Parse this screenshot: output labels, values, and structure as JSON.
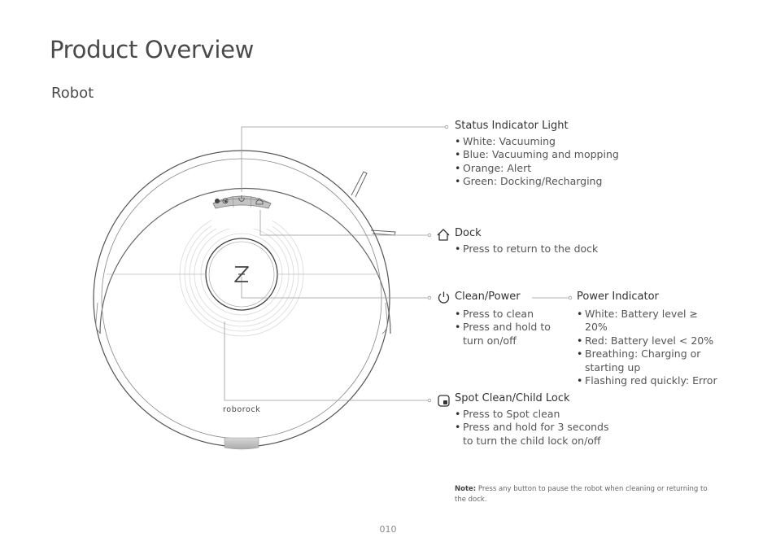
{
  "page": {
    "title": "Product Overview",
    "subtitle": "Robot",
    "page_number": "010"
  },
  "robot": {
    "brand_text": "roborock",
    "logo": "Z"
  },
  "callouts": {
    "status": {
      "title": "Status Indicator Light",
      "items": [
        "White: Vacuuming",
        "Blue: Vacuuming and mopping",
        "Orange: Alert",
        "Green: Docking/Recharging"
      ]
    },
    "dock": {
      "icon": "home-icon",
      "title": "Dock",
      "items": [
        "Press to return to the dock"
      ]
    },
    "clean_power": {
      "icon": "power-icon",
      "title": "Clean/Power",
      "items": [
        "Press to clean",
        "Press and hold to turn on/off"
      ]
    },
    "power_indicator": {
      "title": "Power Indicator",
      "items": [
        "White: Battery level ≥ 20%",
        "Red: Battery level < 20%",
        "Breathing: Charging or starting up",
        "Flashing red quickly: Error"
      ]
    },
    "spot": {
      "icon": "spot-clean-icon",
      "title": "Spot Clean/Child Lock",
      "items": [
        "Press to Spot clean",
        "Press and hold for 3 seconds to turn the child lock on/off"
      ]
    }
  },
  "note": {
    "label": "Note:",
    "text": "Press any button to pause the robot when cleaning or returning to the dock."
  }
}
